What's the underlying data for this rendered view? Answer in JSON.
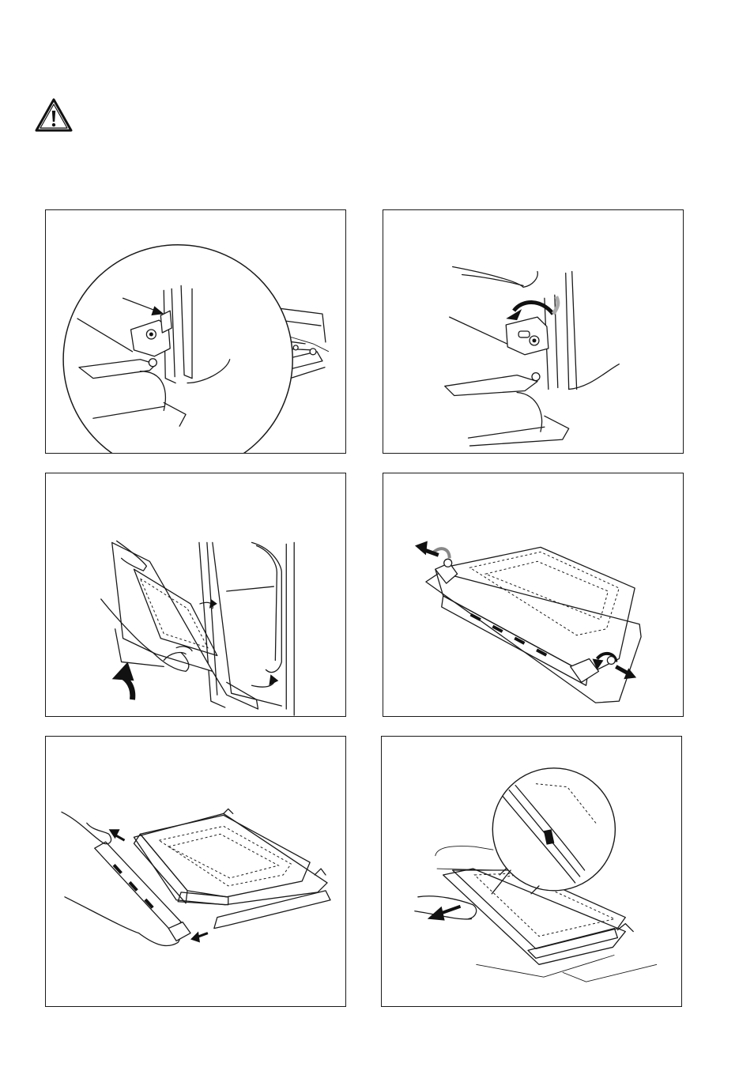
{
  "warning_icon": "warning-triangle-icon",
  "steps": [
    {
      "id": 1,
      "illustration": "hinge-lever-arrow"
    },
    {
      "id": 2,
      "illustration": "hinge-lever-rotate"
    },
    {
      "id": 3,
      "illustration": "lift-door-off"
    },
    {
      "id": 4,
      "illustration": "door-end-caps-unscrew"
    },
    {
      "id": 5,
      "illustration": "remove-door-trim"
    },
    {
      "id": 6,
      "illustration": "slide-out-glass-panel"
    }
  ]
}
